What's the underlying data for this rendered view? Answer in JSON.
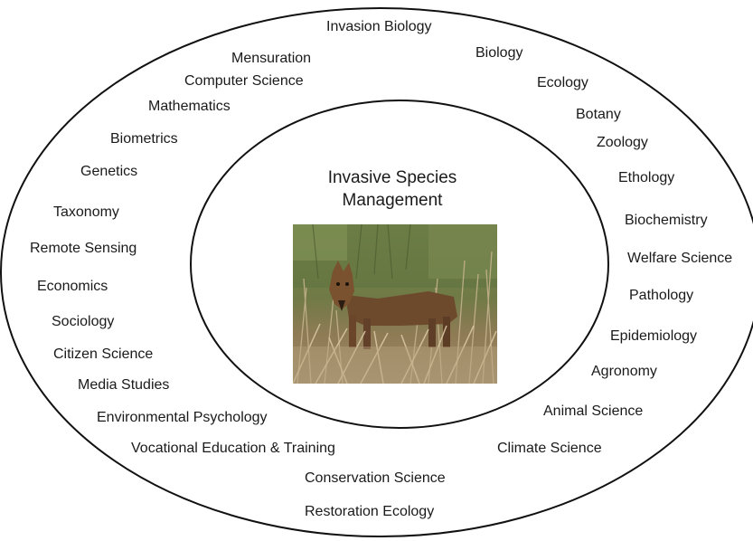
{
  "center": {
    "title_line1": "Invasive Species",
    "title_line2": "Management",
    "image": "dingo-in-grass-photo"
  },
  "disciplines": [
    "Invasion Biology",
    "Biology",
    "Mensuration",
    "Computer Science",
    "Ecology",
    "Mathematics",
    "Botany",
    "Biometrics",
    "Zoology",
    "Genetics",
    "Ethology",
    "Taxonomy",
    "Biochemistry",
    "Remote Sensing",
    "Welfare Science",
    "Economics",
    "Pathology",
    "Sociology",
    "Epidemiology",
    "Citizen Science",
    "Agronomy",
    "Media Studies",
    "Animal Science",
    "Environmental Psychology",
    "Vocational Education & Training",
    "Climate Science",
    "Conservation Science",
    "Restoration Ecology"
  ]
}
